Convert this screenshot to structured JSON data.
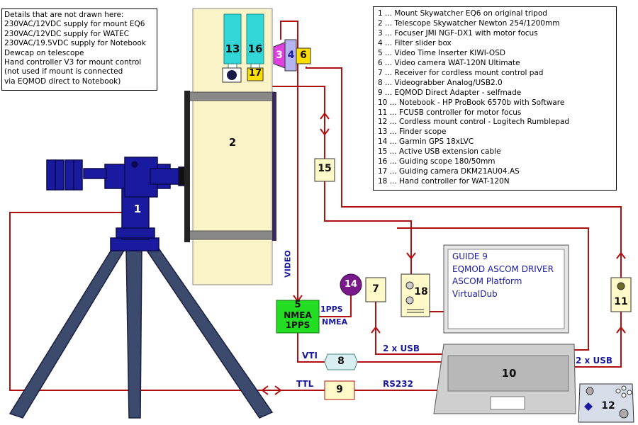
{
  "notes_box": {
    "lines": [
      "Details that are not drawn here:",
      "230VAC/12VDC supply for mount EQ6",
      "230VAC/12VDC supply for WATEC",
      "230VAC/19.5VDC supply for Notebook",
      "Dewcap on telescope",
      "Hand controller V3 for mount control",
      "(not used if mount is connected",
      "via EQMOD direct to Notebook)"
    ]
  },
  "legend": {
    "items": [
      "1 ... Mount Skywatcher EQ6 on original tripod",
      "2 ... Telescope Skywatcher Newton 254/1200mm",
      "3 ... Focuser JMI NGF-DX1 with motor focus",
      "4 ... Filter slider box",
      "5 ... Video Time Inserter KIWI-OSD",
      "6 ... Video camera WAT-120N Ultimate",
      "7 ... Receiver for cordless mount control pad",
      "8 ... Videograbber Analog/USB2.0",
      "9 ... EQMOD Direct Adapter - selfmade",
      "10 ... Notebook - HP ProBook 6570b with Software",
      "11 ... FCUSB controller for motor focus",
      "12 ... Cordless mount control - Logitech Rumblepad",
      "13 ... Finder scope",
      "14 ... Garmin GPS 18xLVC",
      "15 ... Active USB extension cable",
      "16 ... Guiding scope 180/50mm",
      "17 ... Guiding camera DKM21AU04.AS",
      "18 ... Hand controller for WAT-120N"
    ]
  },
  "numbers": {
    "n1": "1",
    "n2": "2",
    "n3": "3",
    "n4": "4",
    "n5": "5",
    "n6": "6",
    "n7": "7",
    "n8": "8",
    "n9": "9",
    "n10": "10",
    "n11": "11",
    "n12": "12",
    "n13": "13",
    "n14": "14",
    "n15": "15",
    "n16": "16",
    "n17": "17",
    "n18": "18"
  },
  "box5_text": {
    "line1": "NMEA",
    "line2": "1PPS"
  },
  "connections": {
    "video": "VIDEO",
    "pps": "1PPS",
    "nmea": "NMEA",
    "usb2_receiver": "2 x USB",
    "usb2_right": "2 x USB",
    "vti": "VTI",
    "ttl": "TTL",
    "rs232": "RS232"
  },
  "notebook_screen": {
    "lines": [
      "GUIDE 9",
      "EQMOD ASCOM DRIVER",
      "ASCOM Platform",
      "VirtualDub"
    ]
  },
  "colors": {
    "cable": "#b01010",
    "mount_blue": "#1a1aa0",
    "tripod_blue": "#3c4a6e",
    "telescope_fill": "#fbf3c8",
    "cyan": "#33d6d6",
    "magenta": "#e040e0",
    "lavender": "#b4b4f0",
    "yellow": "#ffdd00",
    "green": "#22dd22",
    "purple": "#7a1a8a",
    "device_fill": "#fff8c8",
    "notebook_body": "#cfcfcf"
  }
}
